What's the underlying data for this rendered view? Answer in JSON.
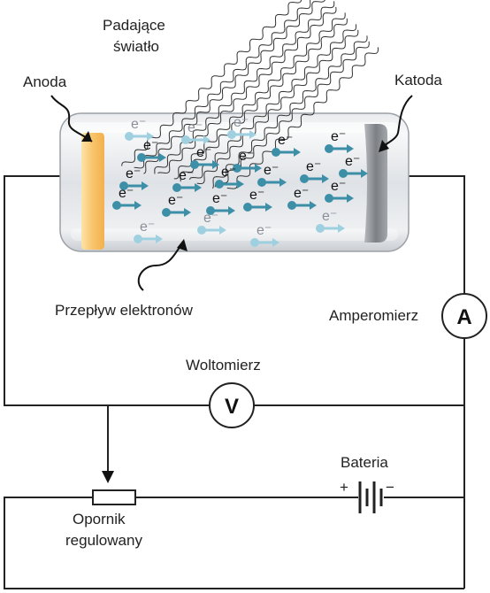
{
  "labels": {
    "incident_light_line1": "Padające",
    "incident_light_line2": "światło",
    "anode": "Anoda",
    "cathode": "Katoda",
    "electron_flow": "Przepływ elektronów",
    "ammeter": "Amperomierz",
    "voltmeter": "Woltomierz",
    "battery": "Bateria",
    "resistor_line1": "Opornik",
    "resistor_line2": "regulowany"
  },
  "meters": {
    "ammeter_symbol": "A",
    "voltmeter_symbol": "V"
  },
  "battery": {
    "plus": "+",
    "minus": "−"
  },
  "electron_symbol": "e⁻",
  "colors": {
    "wire": "#222222",
    "anode": "#f8c46a",
    "cathode": "#8e9196",
    "electron_dark": "#3d8fa8",
    "electron_light": "#9fd0e0",
    "light_wave": "#333333"
  }
}
